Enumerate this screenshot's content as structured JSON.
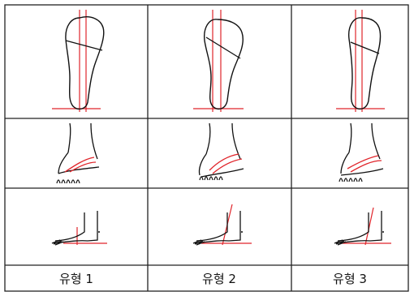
{
  "colors": {
    "outline": "#111111",
    "axis": "#e0242a",
    "grid": "#222222"
  },
  "columns": [
    {
      "label": "유형 1",
      "type_id": 1
    },
    {
      "label": "유형 2",
      "type_id": 2
    },
    {
      "label": "유형 3",
      "type_id": 3
    }
  ],
  "rows": [
    {
      "view": "plantar-outline"
    },
    {
      "view": "front-view"
    },
    {
      "view": "side-view"
    }
  ]
}
